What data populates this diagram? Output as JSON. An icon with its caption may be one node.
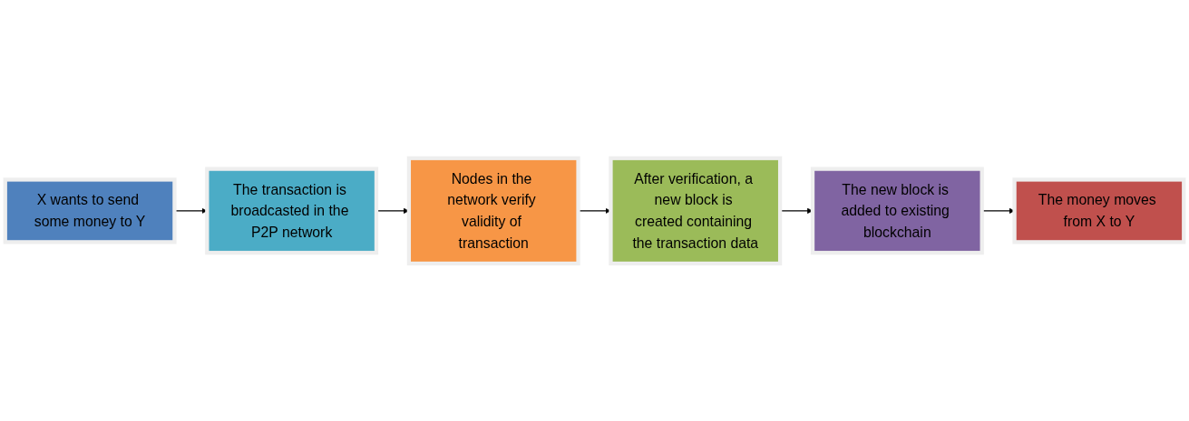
{
  "diagram": {
    "nodes": [
      {
        "text": [
          "X wants to send some money to Y"
        ]
      },
      {
        "text": [
          "The transaction is broadcasted in the P2P network"
        ]
      },
      {
        "text": [
          "Nodes in the network verify validity of transaction"
        ]
      },
      {
        "text": [
          "After verification, a new block is created containing the transaction data"
        ]
      },
      {
        "text": [
          "The new block is added to existing blockchain"
        ]
      },
      {
        "text": [
          "The money moves from X to Y"
        ]
      }
    ],
    "edges": [
      {
        "from": 0,
        "to": 1,
        "arrow": "to"
      },
      {
        "from": 1,
        "to": 2,
        "arrow": "to"
      },
      {
        "from": 2,
        "to": 3,
        "arrow": "to"
      },
      {
        "from": 3,
        "to": 4,
        "arrow": "to"
      },
      {
        "from": 4,
        "to": 5,
        "arrow": "to"
      }
    ]
  }
}
